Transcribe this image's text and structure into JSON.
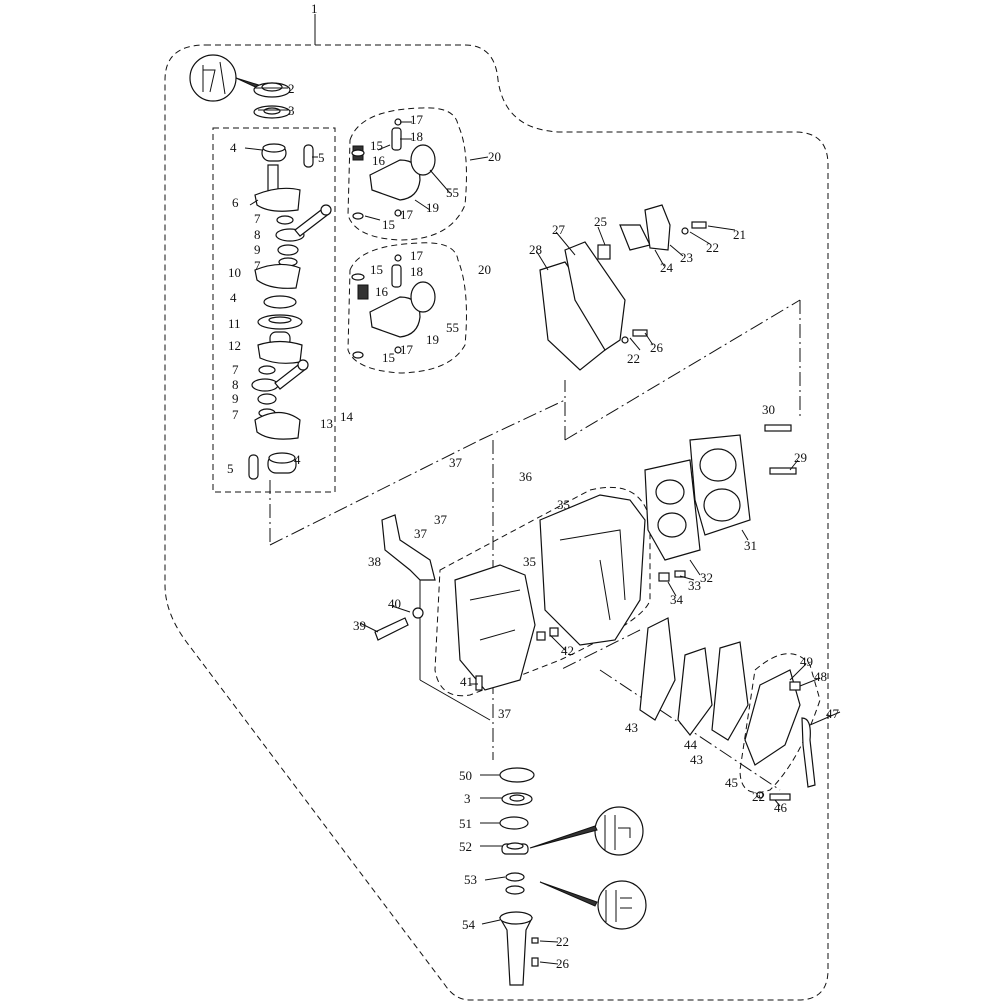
{
  "diagram": {
    "type": "exploded-parts-diagram",
    "callouts": [
      "1",
      "2",
      "3",
      "4",
      "5",
      "6",
      "7",
      "8",
      "9",
      "7",
      "10",
      "4",
      "11",
      "12",
      "7",
      "8",
      "9",
      "7",
      "13",
      "14",
      "5",
      "4",
      "17",
      "18",
      "15",
      "16",
      "20",
      "55",
      "19",
      "17",
      "15",
      "17",
      "15",
      "18",
      "16",
      "20",
      "55",
      "19",
      "17",
      "15",
      "21",
      "22",
      "23",
      "24",
      "25",
      "27",
      "28",
      "22",
      "26",
      "30",
      "29",
      "31",
      "36",
      "35",
      "37",
      "37",
      "37",
      "38",
      "35",
      "32",
      "33",
      "34",
      "40",
      "39",
      "42",
      "41",
      "37",
      "43",
      "44",
      "43",
      "45",
      "22",
      "46",
      "47",
      "48",
      "49",
      "50",
      "3",
      "51",
      "52",
      "53",
      "54",
      "22",
      "26"
    ]
  }
}
